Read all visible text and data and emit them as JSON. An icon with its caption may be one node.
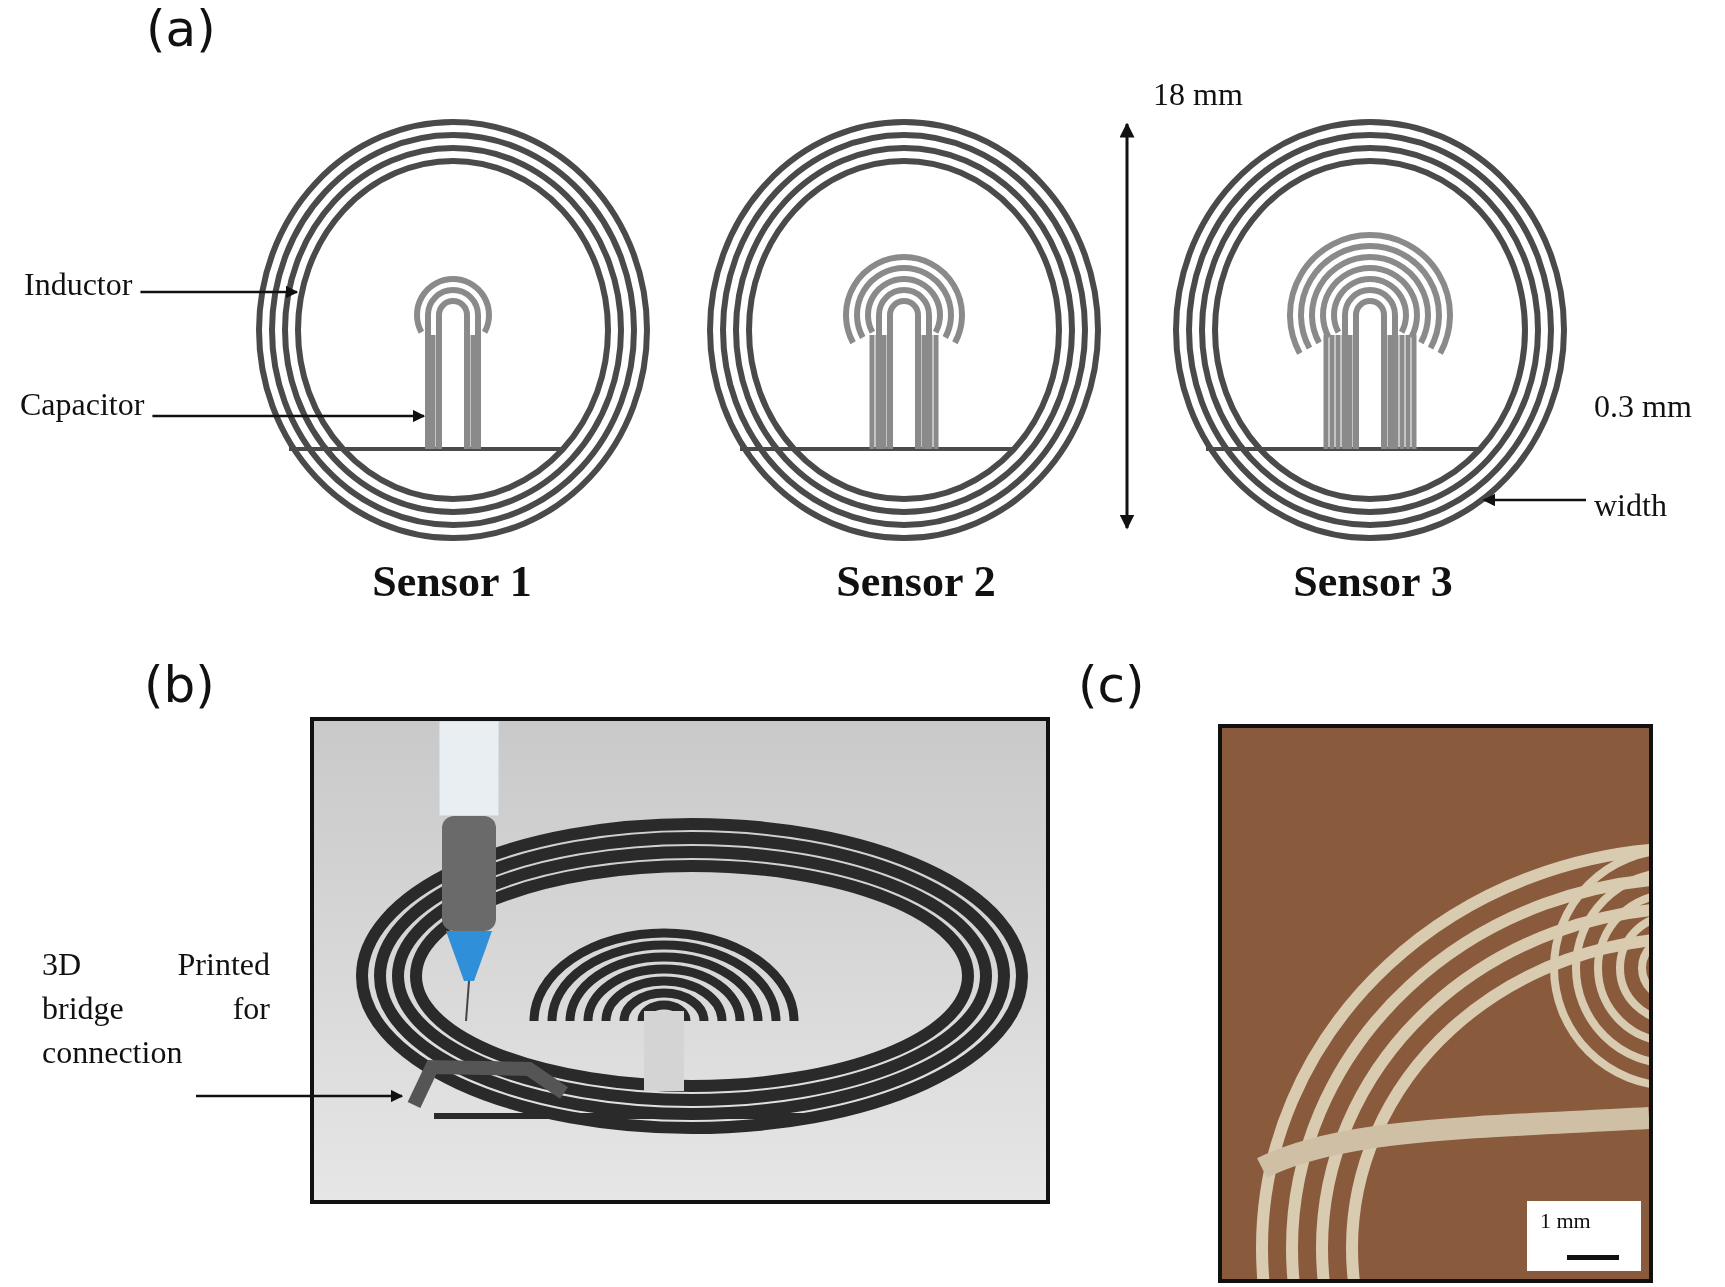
{
  "diagram": {
    "nodes": [
      {
        "text": [
          "Inductor"
        ]
      },
      {
        "text": [
          "Capacitor"
        ]
      },
      {
        "text": [
          "width"
        ]
      },
      {
        "text": [
          "3D Printed bridge for connection"
        ]
      },
      {
        "text": [],
        "shape": "circle"
      }
    ],
    "edges": [
      {
        "from": 0,
        "to": null,
        "arrow": "to"
      },
      {
        "from": 1,
        "to": null,
        "arrow": "to"
      },
      {
        "from": 2,
        "to": 4,
        "arrow": "to"
      },
      {
        "from": 3,
        "to": null,
        "arrow": "to"
      }
    ],
    "labels": [
      "(a)",
      "18 mm",
      "0.3 mm",
      "Sensor 1",
      "Sensor 2",
      "Sensor 3",
      "(b)",
      "(c)",
      "1 mm"
    ]
  }
}
